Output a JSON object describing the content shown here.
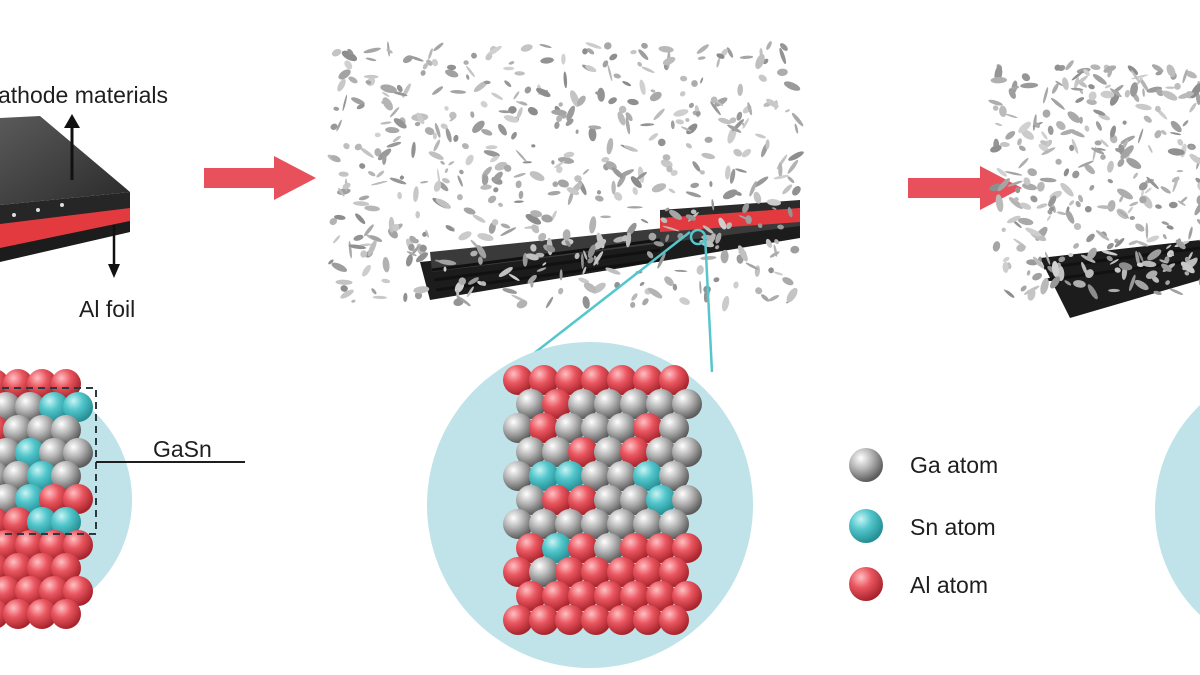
{
  "panel1": {
    "top_partial_label": "l",
    "cathode_label": "athode materials",
    "al_foil_label": "Al foil",
    "gasn_label": "GaSn"
  },
  "legend": [
    {
      "label": "Ga atom",
      "color": "#a8a8a8"
    },
    {
      "label": "Sn atom",
      "color": "#4cc3c9"
    },
    {
      "label": "Al atom",
      "color": "#e8505b"
    }
  ],
  "colors": {
    "arrow": "#e8505b",
    "zoom_circle": "#bfe3e8",
    "foil_red": "#e23a3f",
    "layer_dark": "#2e2e2e",
    "ga": "#a8a8a8",
    "sn": "#4cc3c9",
    "al": "#e8505b",
    "zoom_line": "#55c6cc"
  }
}
